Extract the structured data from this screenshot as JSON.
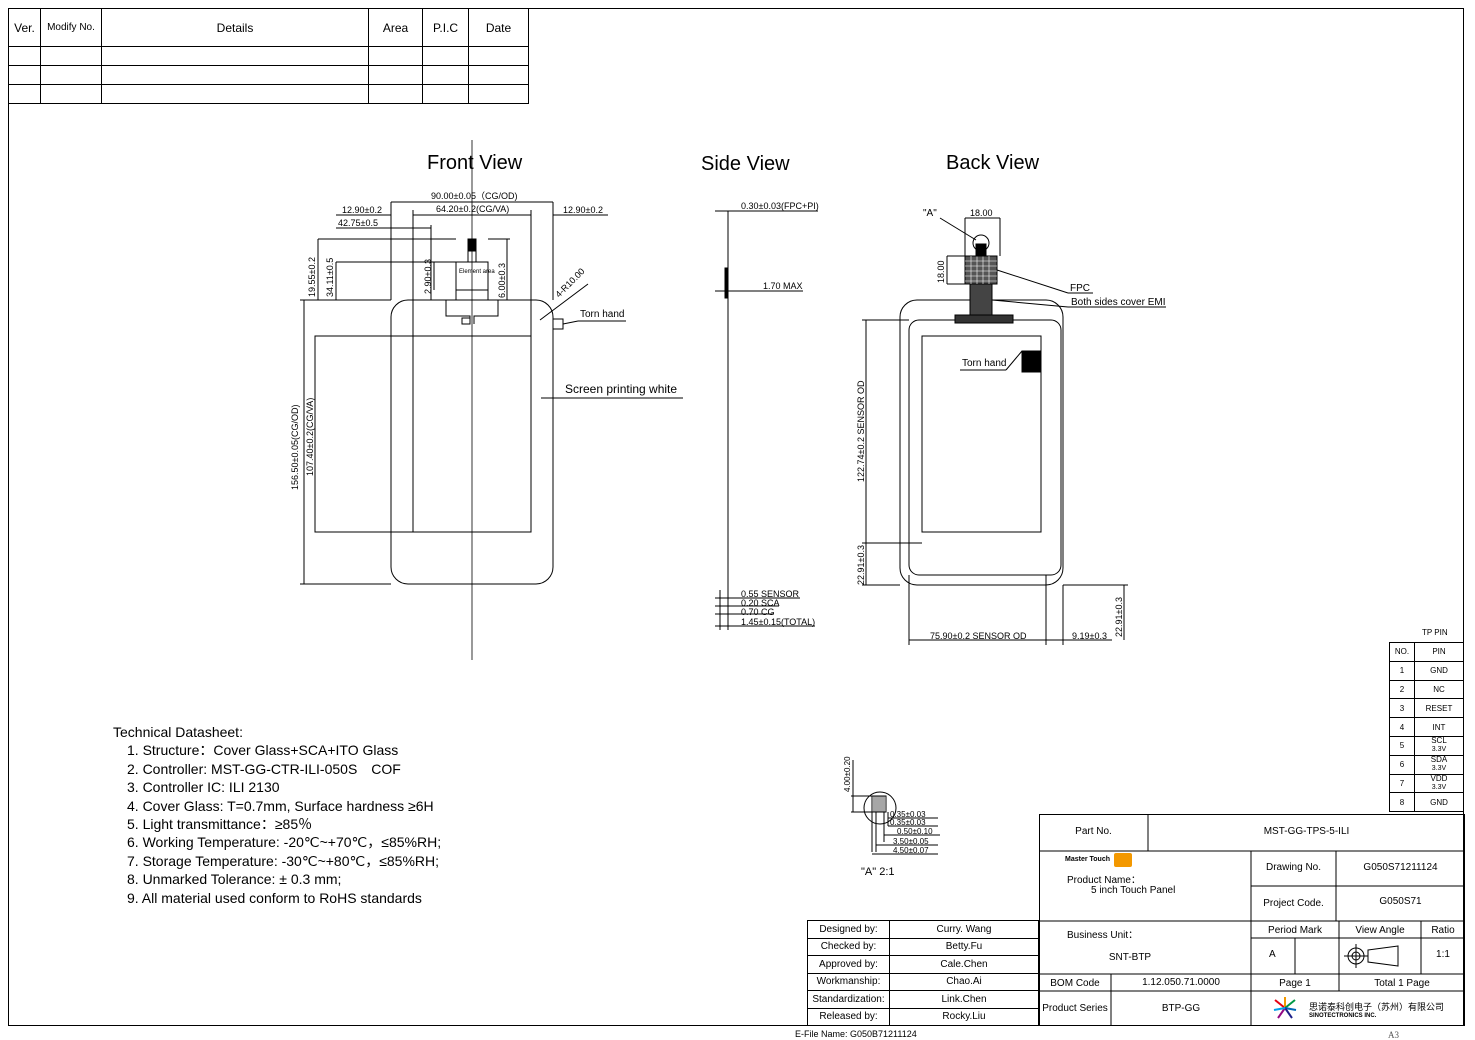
{
  "revision_table": {
    "headers": [
      "Ver.",
      "Modify No.",
      "Details",
      "Area",
      "P.I.C",
      "Date"
    ],
    "rows": [
      [
        "",
        "",
        "",
        "",
        "",
        ""
      ],
      [
        "",
        "",
        "",
        "",
        "",
        ""
      ],
      [
        "",
        "",
        "",
        "",
        "",
        ""
      ]
    ]
  },
  "views": {
    "front": "Front View",
    "side": "Side View",
    "back": "Back View"
  },
  "front_dims": {
    "cg_od_width": "90.00±0.05（CG/OD)",
    "va_width": "64.20±0.2(CG/VA)",
    "left_margin": "12.90±0.2",
    "right_margin": "12.90±0.2",
    "fpc_offset": "42.75±0.5",
    "top_19": "19.55±0.2",
    "top_34": "34.11±0.5",
    "dim_290": "2.90±0.3",
    "dim_600": "6.00±0.3",
    "element_area": "Element area",
    "radius": "4-R10.00",
    "torn_hand": "Torn hand",
    "screen_printing": "Screen printing white",
    "height_od": "156.50±0.05(CG/OD)",
    "height_va": "107.40±0.2(CG/VA)"
  },
  "side_dims": {
    "fpc_pi": "0.30±0.03(FPC+PI)",
    "max": "1.70 MAX",
    "sensor": "0.55 SENSOR",
    "sca": "0.20 SCA",
    "cg": "0.70 CG",
    "total": "1.45±0.15(TOTAL)"
  },
  "back_dims": {
    "detail_a": "\"A\"",
    "w18": "18.00",
    "h18": "18.00",
    "fpc": "FPC",
    "emi": "Both sides cover EMI",
    "torn_hand": "Torn hand",
    "sensor_height": "122.74±0.2 SENSOR OD",
    "bottom_margin": "22.91±0.3",
    "right_margin_v": "22.91±0.3",
    "sensor_width": "75.90±0.2 SENSOR OD",
    "right_offset": "9.19±0.3"
  },
  "detail_a": {
    "height": "4.00±0.20",
    "d1": "0.35±0.03",
    "d2": "0.35±0.03",
    "d3": "0.50±0.10",
    "d4": "3.50±0.05",
    "d5": "4.50±0.07",
    "scale": "\"A\" 2:1"
  },
  "datasheet": {
    "title": "Technical Datasheet:",
    "items": [
      "1. Structure：Cover Glass+SCA+ITO Glass",
      "2. Controller: MST-GG-CTR-ILI-050S　COF",
      "3. Controller IC: ILI 2130",
      "4. Cover Glass: T=0.7mm, Surface hardness ≥6H",
      "5. Light transmittance：≥85％",
      "6. Working Temperature: -20℃~+70℃，≤85%RH;",
      "7. Storage Temperature: -30℃~+80℃，≤85%RH;",
      "8. Unmarked Tolerance: ± 0.3 mm;",
      "9. All material used conform to RoHS standards"
    ]
  },
  "pin_table": {
    "title": "TP PIN",
    "headers": [
      "NO.",
      "PIN"
    ],
    "rows": [
      {
        "no": "1",
        "pin": "GND",
        "note": ""
      },
      {
        "no": "2",
        "pin": "NC",
        "note": ""
      },
      {
        "no": "3",
        "pin": "RESET",
        "note": ""
      },
      {
        "no": "4",
        "pin": "INT",
        "note": ""
      },
      {
        "no": "5",
        "pin": "SCL",
        "note": "3.3V"
      },
      {
        "no": "6",
        "pin": "SDA",
        "note": "3.3V"
      },
      {
        "no": "7",
        "pin": "VDD",
        "note": "3.3V"
      },
      {
        "no": "8",
        "pin": "GND",
        "note": ""
      }
    ]
  },
  "signoff": [
    {
      "role": "Designed by:",
      "name": "Curry. Wang"
    },
    {
      "role": "Checked by:",
      "name": "Betty.Fu"
    },
    {
      "role": "Approved by:",
      "name": "Cale.Chen"
    },
    {
      "role": "Workmanship:",
      "name": "Chao.Ai"
    },
    {
      "role": "Standardization:",
      "name": "Link.Chen"
    },
    {
      "role": "Released by:",
      "name": "Rocky.Liu"
    }
  ],
  "title_block": {
    "part_no_label": "Part No.",
    "part_no": "MST-GG-TPS-5-ILI",
    "brand": "Master Touch",
    "product_name_label": "Product Name：",
    "product_name": "5 inch Touch Panel",
    "drawing_no_label": "Drawing No.",
    "drawing_no": "G050S71211124",
    "project_code_label": "Project Code.",
    "project_code": "G050S71",
    "business_unit_label": "Business Unit：",
    "business_unit": "SNT-BTP",
    "period_mark_label": "Period Mark",
    "period_mark": "A",
    "view_angle_label": "View Angle",
    "ratio_label": "Ratio",
    "ratio": "1:1",
    "bom_code_label": "BOM Code",
    "bom_code": "1.12.050.71.0000",
    "page": "Page 1",
    "total_pages": "Total 1 Page",
    "product_series_label": "Product Series",
    "product_series": "BTP-GG",
    "company_cn": "思诺泰科创电子（苏州）有限公司",
    "company_en": "SINOTECTRONICS INC."
  },
  "footer": {
    "efile": "E-File Name:   G050B71211124",
    "paper": "A3"
  }
}
